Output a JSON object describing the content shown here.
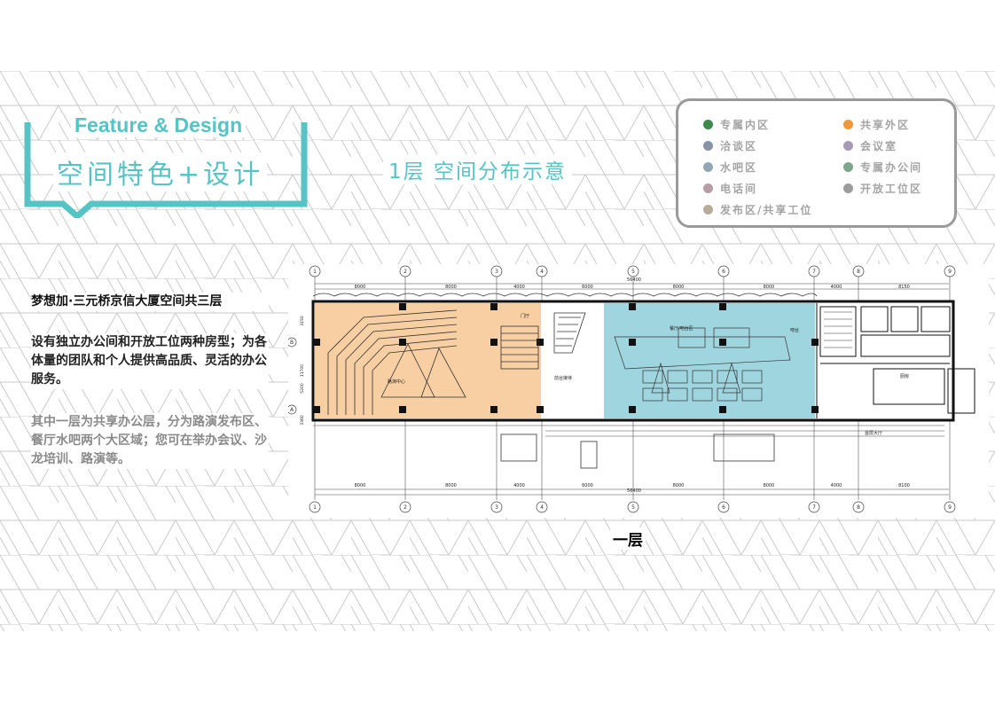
{
  "header": {
    "feature_en": "Feature & Design",
    "feature_cn": "空间特色+设计",
    "floor_title": "1层 空间分布示意"
  },
  "legend": {
    "items": [
      {
        "label": "专属内区",
        "color": "#3d8a4a"
      },
      {
        "label": "共享外区",
        "color": "#f0973a"
      },
      {
        "label": "洽谈区",
        "color": "#8793a6"
      },
      {
        "label": "会议室",
        "color": "#a79ab7"
      },
      {
        "label": "水吧区",
        "color": "#93a6b3"
      },
      {
        "label": "专属办公间",
        "color": "#7fa58e"
      },
      {
        "label": "电话间",
        "color": "#b89ca8"
      },
      {
        "label": "开放工位区",
        "color": "#9c9c9c"
      },
      {
        "label": "发布区/共享工位",
        "color": "#b8ac98"
      }
    ]
  },
  "description": {
    "building": "梦想加·三元桥京信大厦空间共三层",
    "types": "设有独立办公间和开放工位两种房型；为各体量的团队和个人提供高品质、灵活的办公服务。",
    "first_floor": "其中一层为共享办公层，分为路演发布区、餐厅水吧两个大区域；您可在举办会议、沙龙培训、路演等。"
  },
  "plan": {
    "floor_label": "一层",
    "axis_numbers": [
      "1",
      "2",
      "3",
      "4",
      "5",
      "6",
      "7",
      "8",
      "9"
    ],
    "dims_top": [
      "8000",
      "8000",
      "4000",
      "6000",
      "8000",
      "8000",
      "4000",
      "8150"
    ],
    "total_dim": "56400",
    "dims_bottom": [
      "8000",
      "8000",
      "4000",
      "6000",
      "8000",
      "8000",
      "4000",
      "8100"
    ],
    "row_labels": [
      "B",
      "A"
    ],
    "side_dims": [
      "3150",
      "11700",
      "5200",
      "3360"
    ],
    "zone_labels": {
      "orange_zone": "路演中心",
      "teal_zone": "餐厅/吧台区",
      "lobby": "前台接待",
      "gate": "门厅",
      "kitchen": "厨房",
      "bar": "吧台",
      "front": "首层大厅"
    },
    "colors": {
      "orange_zone": "#f7cfa3",
      "teal_zone": "#9ed5df",
      "accent": "#56c3c4"
    }
  }
}
